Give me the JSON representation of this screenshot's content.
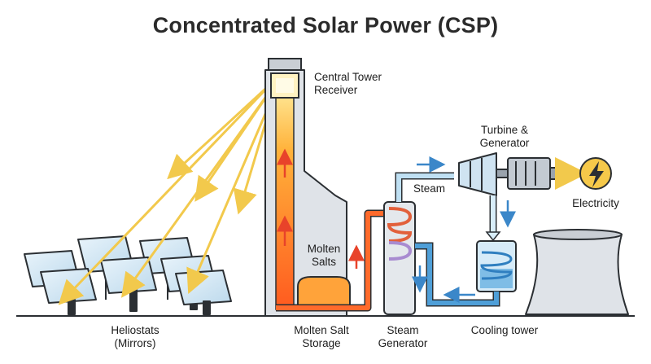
{
  "title": "Concentrated Solar Power (CSP)",
  "labels": {
    "receiver": [
      "Central Tower",
      "Receiver"
    ],
    "turbine": [
      "Turbine &",
      "Generator"
    ],
    "steam": "Steam",
    "electricity": "Electricity",
    "molten_salts": [
      "Molten",
      "Salts"
    ],
    "heliostats": [
      "Heliostats",
      "(Mirrors)"
    ],
    "storage": [
      "Molten Salt",
      "Storage"
    ],
    "steam_generator": [
      "Steam",
      "Generator"
    ],
    "cooling_tower": "Cooling tower"
  },
  "icons": {
    "electricity": "lightning-bolt-icon"
  },
  "colors": {
    "sun_ray": "#f2c94c",
    "hot_salt": "#ff6a2b",
    "salt_gradient_top": "#ffd24a",
    "steam_pipe": "#5aa0d6",
    "cooling_water": "#4f9fd8",
    "structure": "#d9dde2",
    "outline": "#2b2f33"
  }
}
